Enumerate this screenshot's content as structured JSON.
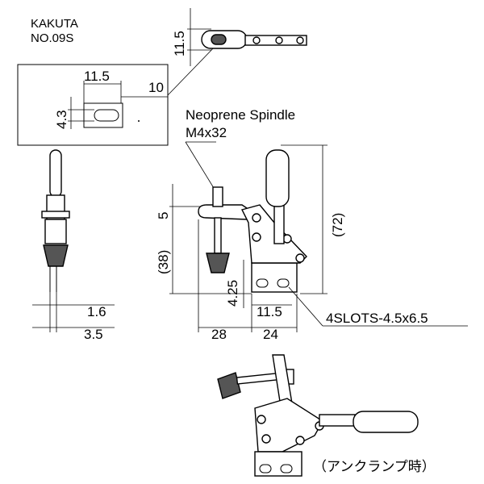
{
  "brand": {
    "maker": "KAKUTA",
    "model": "NO.09S"
  },
  "detail": {
    "slot_width": "11.5",
    "offset": "10",
    "slot_height": "4.3"
  },
  "top_view": {
    "height": "11.5"
  },
  "front_view": {
    "height_5": "5",
    "height_38": "(38)",
    "height_72": "(72)",
    "height_4_25": "4.25",
    "width_28": "28",
    "width_24": "24",
    "width_11_5": "11.5",
    "spindle_line1": "Neoprene Spindle",
    "spindle_line2": "M4x32",
    "slots": "4SLOTS-4.5x6.5"
  },
  "side_view": {
    "width_1_6": "1.6",
    "width_3_5": "3.5"
  },
  "unclamped_view": {
    "caption": "（アンクランプ時）"
  }
}
